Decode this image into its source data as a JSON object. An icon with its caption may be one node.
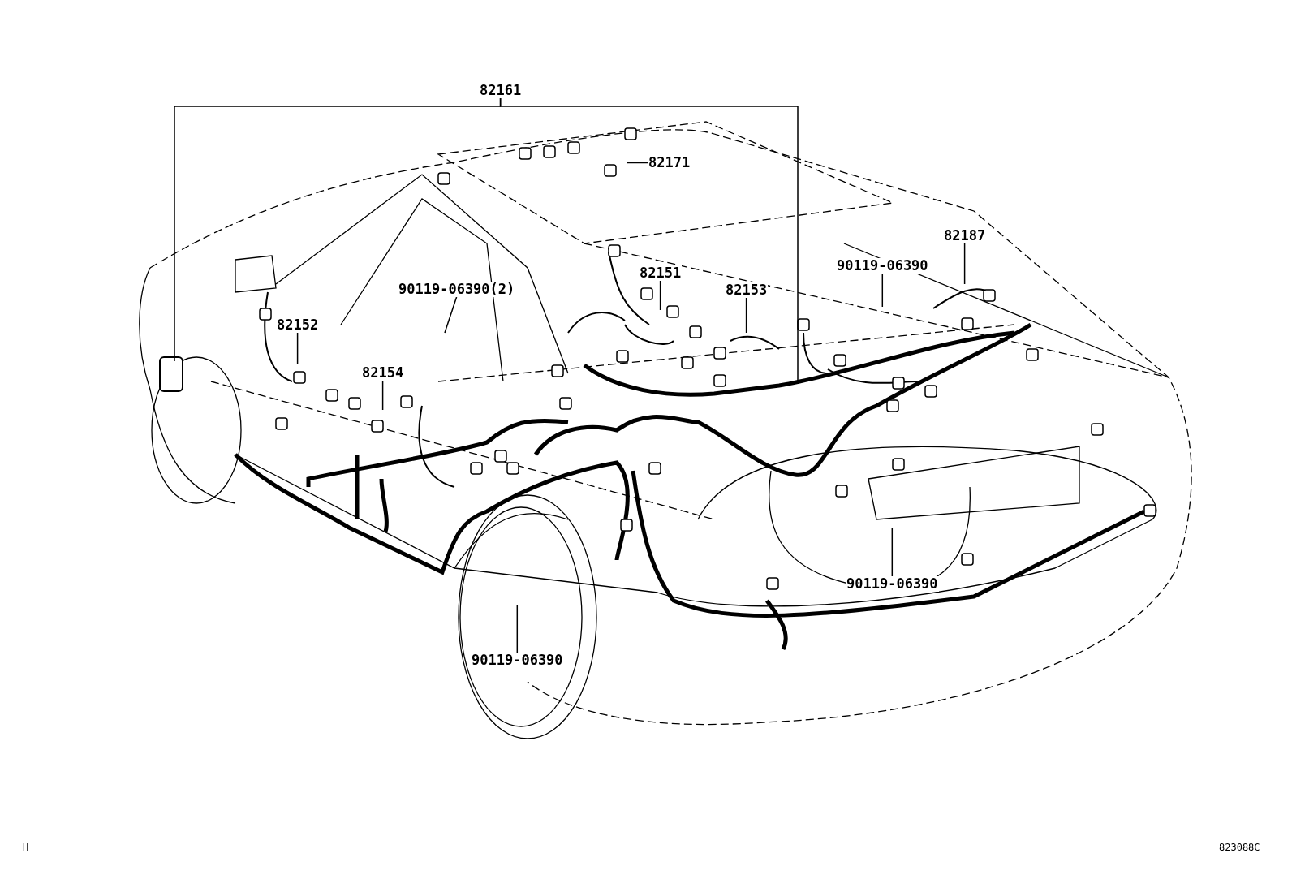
{
  "diagram": {
    "nodes": [
      {
        "text": [
          "82161"
        ]
      },
      {
        "text": [
          "82171"
        ]
      },
      {
        "text": [
          "82187"
        ]
      },
      {
        "text": [
          "90119-06390"
        ]
      },
      {
        "text": [
          "82151"
        ]
      },
      {
        "text": [
          "82153"
        ]
      },
      {
        "text": [
          "90119-06390(2)"
        ]
      },
      {
        "text": [
          "82152"
        ]
      },
      {
        "text": [
          "82154"
        ]
      },
      {
        "text": [
          "90119-06390"
        ]
      },
      {
        "text": [
          "90119-06390"
        ]
      }
    ],
    "edges": [
      {
        "from": 0,
        "to": null,
        "arrow": "none"
      },
      {
        "from": 0,
        "to": null,
        "arrow": "none"
      },
      {
        "from": 1,
        "to": null,
        "arrow": "none"
      },
      {
        "from": 2,
        "to": null,
        "arrow": "none"
      },
      {
        "from": 3,
        "to": null,
        "arrow": "none"
      },
      {
        "from": 4,
        "to": null,
        "arrow": "none"
      },
      {
        "from": 5,
        "to": null,
        "arrow": "none"
      },
      {
        "from": 6,
        "to": null,
        "arrow": "none"
      },
      {
        "from": 7,
        "to": null,
        "arrow": "none"
      },
      {
        "from": 8,
        "to": null,
        "arrow": "none"
      },
      {
        "from": 9,
        "to": null,
        "arrow": "none"
      },
      {
        "from": 10,
        "to": null,
        "arrow": "none"
      }
    ],
    "labels": [
      "H",
      "823088C"
    ]
  }
}
